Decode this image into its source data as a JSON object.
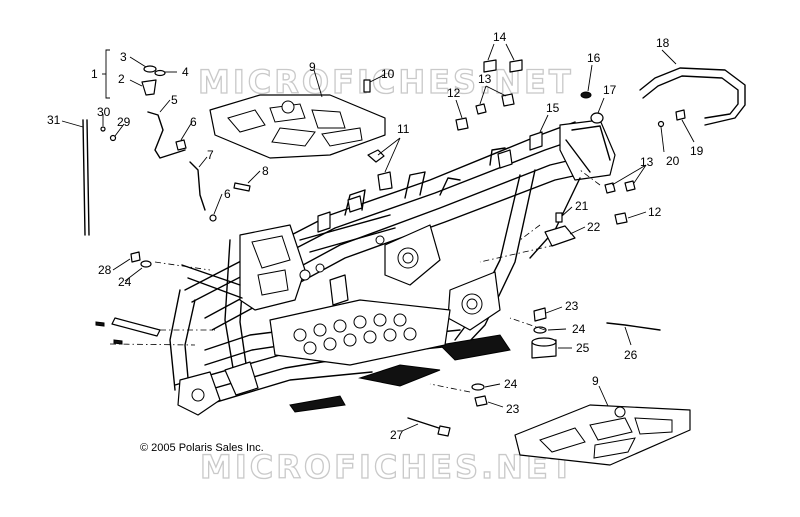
{
  "watermark": "MICROFICHES.NET",
  "copyright": "© 2005 Polaris Sales Inc.",
  "callouts": [
    {
      "id": "c1",
      "text": "1"
    },
    {
      "id": "c2",
      "text": "2"
    },
    {
      "id": "c3",
      "text": "3"
    },
    {
      "id": "c4",
      "text": "4"
    },
    {
      "id": "c5",
      "text": "5"
    },
    {
      "id": "c6a",
      "text": "6"
    },
    {
      "id": "c6b",
      "text": "6"
    },
    {
      "id": "c7",
      "text": "7"
    },
    {
      "id": "c8",
      "text": "8"
    },
    {
      "id": "c9a",
      "text": "9"
    },
    {
      "id": "c9b",
      "text": "9"
    },
    {
      "id": "c10",
      "text": "10"
    },
    {
      "id": "c11",
      "text": "11"
    },
    {
      "id": "c12a",
      "text": "12"
    },
    {
      "id": "c12b",
      "text": "12"
    },
    {
      "id": "c13a",
      "text": "13"
    },
    {
      "id": "c13b",
      "text": "13"
    },
    {
      "id": "c14",
      "text": "14"
    },
    {
      "id": "c15",
      "text": "15"
    },
    {
      "id": "c16",
      "text": "16"
    },
    {
      "id": "c17",
      "text": "17"
    },
    {
      "id": "c18",
      "text": "18"
    },
    {
      "id": "c19",
      "text": "19"
    },
    {
      "id": "c20",
      "text": "20"
    },
    {
      "id": "c21",
      "text": "21"
    },
    {
      "id": "c22",
      "text": "22"
    },
    {
      "id": "c23a",
      "text": "23"
    },
    {
      "id": "c23b",
      "text": "23"
    },
    {
      "id": "c24a",
      "text": "24"
    },
    {
      "id": "c24b",
      "text": "24"
    },
    {
      "id": "c24c",
      "text": "24"
    },
    {
      "id": "c25",
      "text": "25"
    },
    {
      "id": "c26",
      "text": "26"
    },
    {
      "id": "c27",
      "text": "27"
    },
    {
      "id": "c28",
      "text": "28"
    },
    {
      "id": "c29",
      "text": "29"
    },
    {
      "id": "c30",
      "text": "30"
    },
    {
      "id": "c31",
      "text": "31"
    }
  ]
}
